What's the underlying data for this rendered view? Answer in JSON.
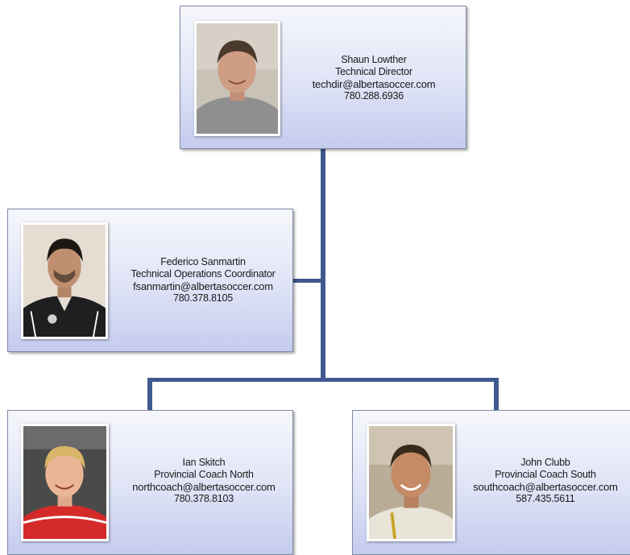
{
  "staff": [
    {
      "id": "technical-director",
      "name": "Shaun Lowther",
      "title": "Technical Director",
      "email": "techdir@albertasoccer.com",
      "phone": "780.288.6936"
    },
    {
      "id": "operations-coordinator",
      "name": "Federico Sanmartin",
      "title": "Technical Operations Coordinator",
      "email": "fsanmartin@albertasoccer.com",
      "phone": "780.378.8105"
    },
    {
      "id": "coach-north",
      "name": "Ian Skitch",
      "title": "Provincial Coach North",
      "email": "northcoach@albertasoccer.com",
      "phone": "780.378.8103"
    },
    {
      "id": "coach-south",
      "name": "John Clubb",
      "title": "Provincial Coach South",
      "email": "southcoach@albertasoccer.com",
      "phone": "587.435.5611"
    }
  ]
}
